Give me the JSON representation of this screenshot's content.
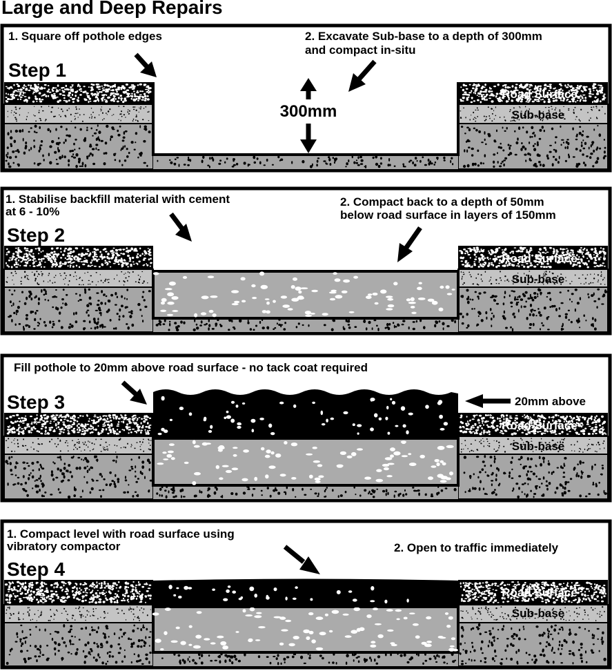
{
  "title": "Large and Deep Repairs",
  "layer_labels": {
    "road_surface": "Road Surface",
    "sub_base": "Sub-base"
  },
  "steps": [
    {
      "heading": "Step 1",
      "notes": [
        "1. Square off pothole edges",
        "2. Excavate Sub-base to a depth of 300mm",
        "and compact in-situ"
      ],
      "depth_label": "300mm"
    },
    {
      "heading": "Step 2",
      "notes": [
        "1. Stabilise backfill material with cement",
        "at 6 - 10%",
        "2. Compact back to a depth of 50mm",
        "below road surface in layers of 150mm"
      ]
    },
    {
      "heading": "Step 3",
      "notes": [
        "Fill pothole to 20mm above road surface - no tack coat required"
      ],
      "side_label": "20mm above"
    },
    {
      "heading": "Step 4",
      "notes": [
        "1. Compact level with road surface using",
        "vibratory compactor",
        "2. Open to traffic immediately"
      ]
    }
  ],
  "colors": {
    "ink": "#000000",
    "ground": "#a6a6a6",
    "subbase": "#c4c4c4",
    "backfill": "#ababab",
    "paper": "#ffffff"
  }
}
